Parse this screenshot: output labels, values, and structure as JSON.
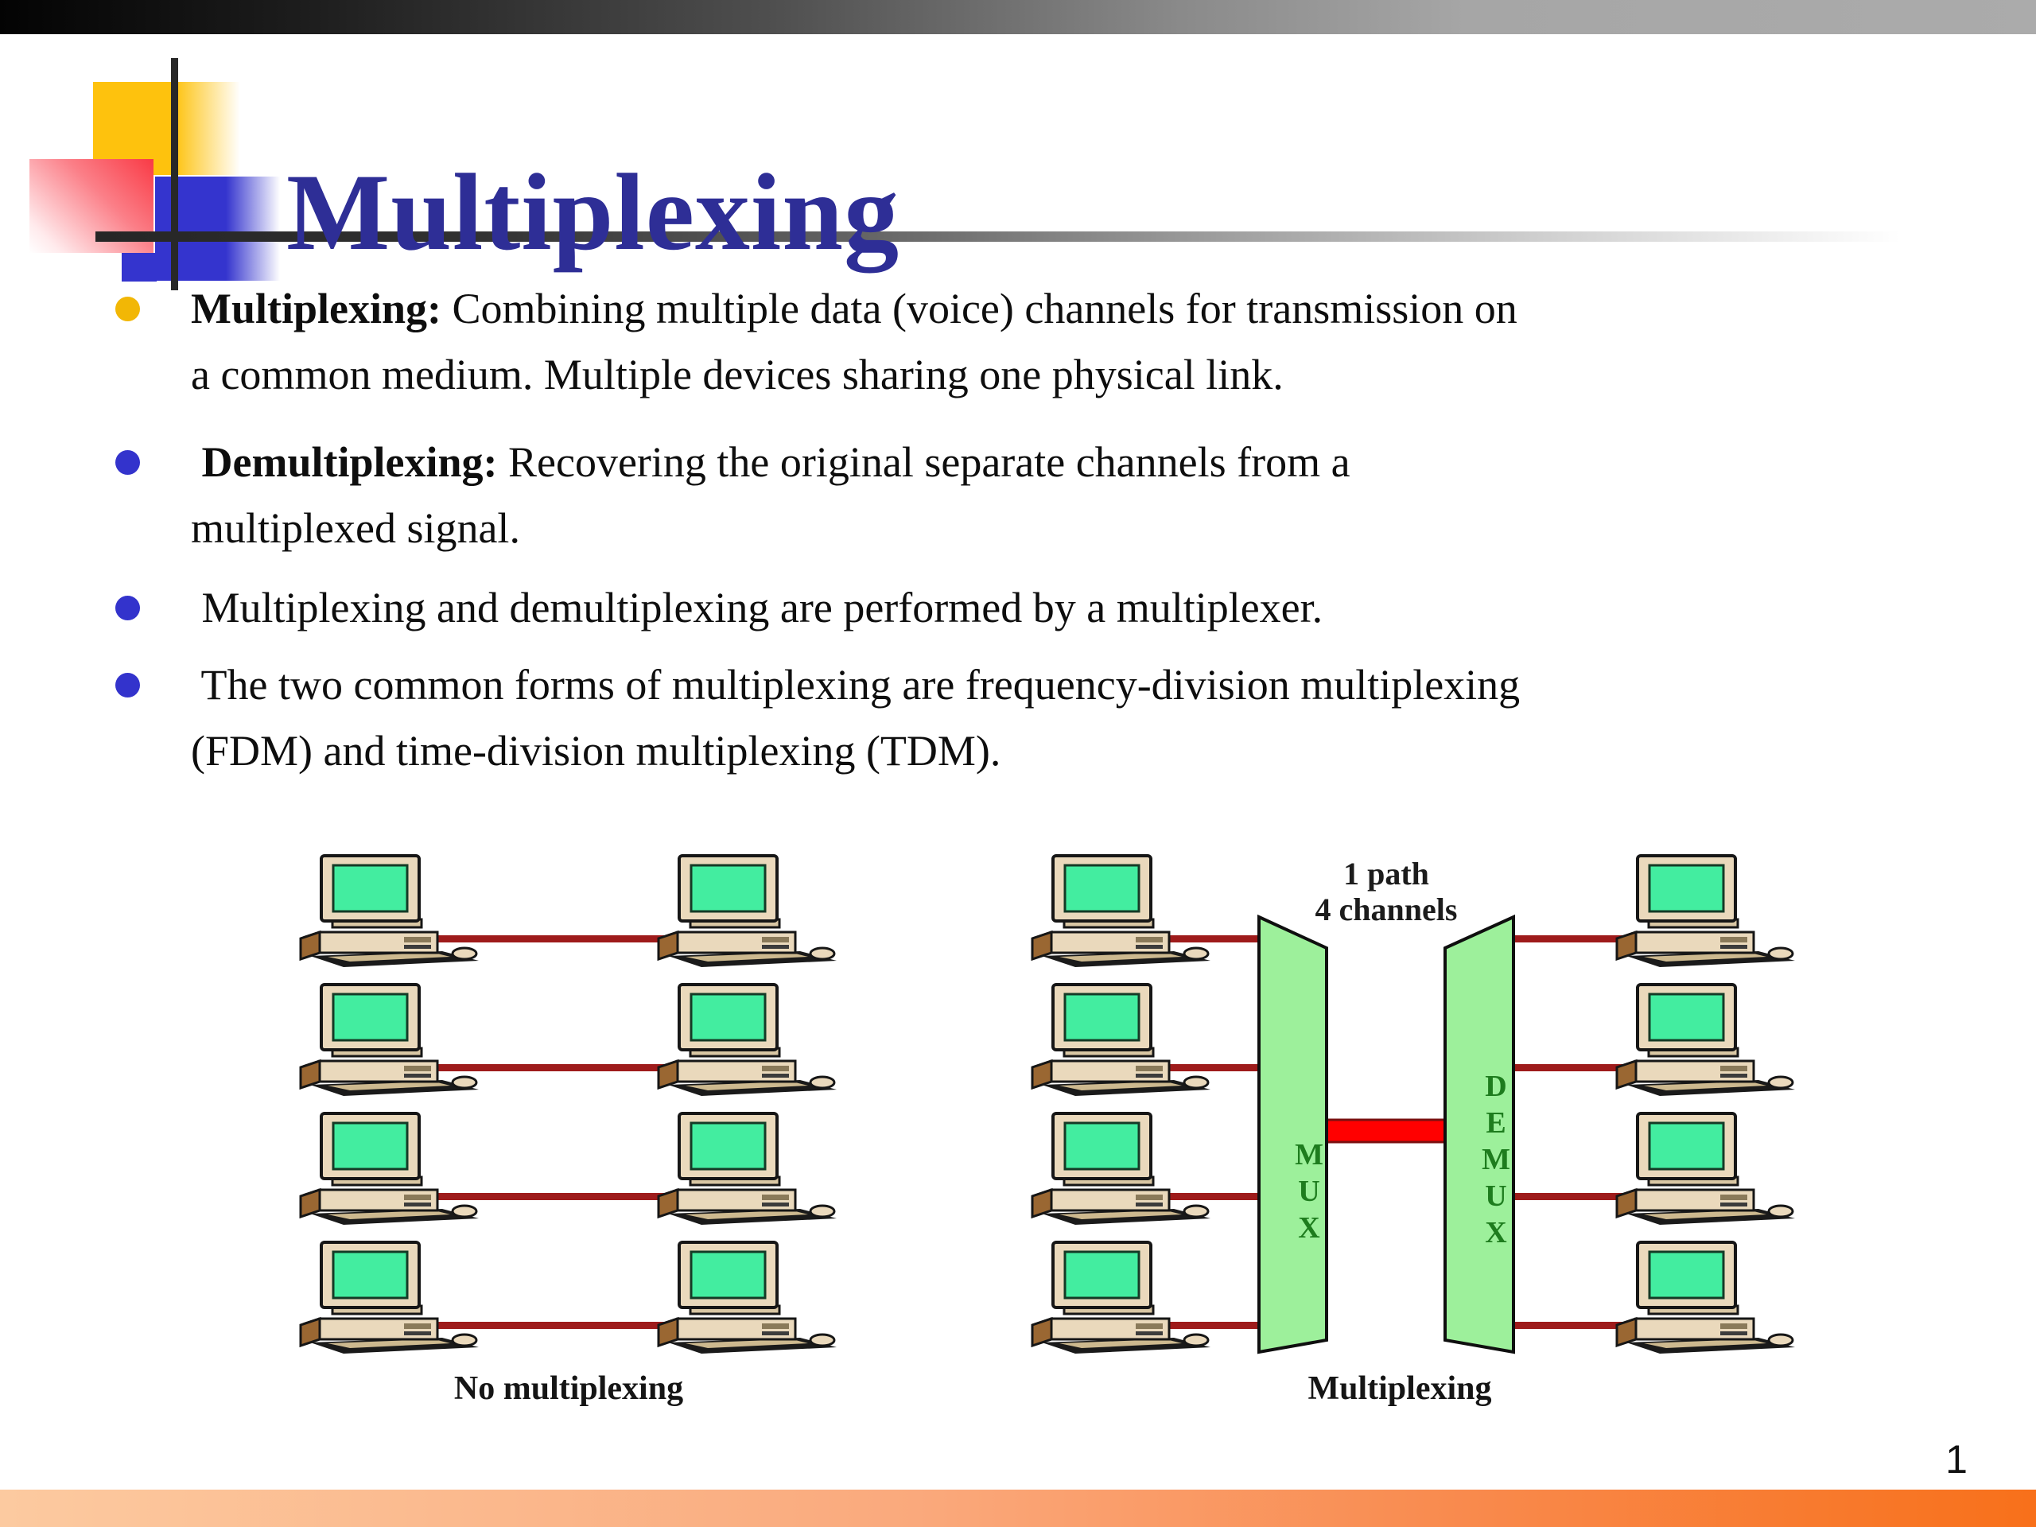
{
  "title": "Multiplexing",
  "page_number": "1",
  "bullets": [
    {
      "dot_color": "#f2b705",
      "bold": "Multiplexing:",
      "rest": " Combining multiple data (voice) channels for transmission on",
      "line2": "a common medium. Multiple devices sharing one physical link."
    },
    {
      "dot_color": "#3333cc",
      "bold": " Demultiplexing:",
      "rest": " Recovering the original separate channels from a",
      "line2": "multiplexed signal."
    },
    {
      "dot_color": "#3333cc",
      "bold": "",
      "rest": " Multiplexing and demultiplexing are performed by a multiplexer.",
      "line2": ""
    },
    {
      "dot_color": "#3333cc",
      "bold": "",
      "rest": " The two common forms of multiplexing are frequency-division multiplexing",
      "line2": "(FDM) and time-division multiplexing (TDM)."
    }
  ],
  "diagram": {
    "left_caption": "No multiplexing",
    "right_caption": "Multiplexing",
    "mux_label": "MUX",
    "demux_label": "DEMUX",
    "annotation": {
      "line1": "1 path",
      "line2": "4 channels"
    }
  },
  "colors": {
    "title_navy": "#2e2e96",
    "bullet_dot_yellow": "#f2b705",
    "bullet_dot_blue": "#3333cc",
    "channel_cable_maroon": "#9e1b1b",
    "trunk_red": "#ff0000",
    "mux_fill_green": "#9df09b",
    "mux_text_green": "#1e7c1e",
    "screen_green": "#43eda0",
    "computer_beige": "#ead9bc",
    "bottom_bar_orange": "#f8701a",
    "decoration_yellow": "#fec20d",
    "decoration_blue": "#3434ce",
    "decoration_red": "#f93a45"
  }
}
